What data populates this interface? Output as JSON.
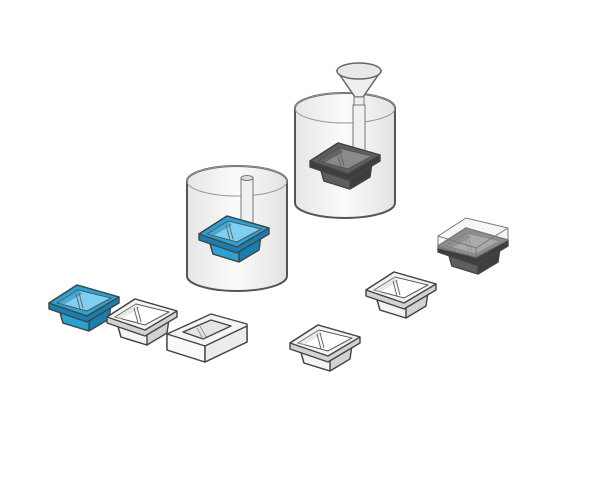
{
  "colors": {
    "background": "#ffffff",
    "outline": "#555555",
    "blue_tray": "#29a3d6",
    "blue_tray_dark": "#1a7fb0",
    "white_tray": "#f4f4f4",
    "white_tray_dark": "#d2d2d2",
    "dark_tray": "#5e5e5e",
    "dark_tray_dark": "#3e3e3e",
    "cylinder_fill": "#f5f5f5"
  },
  "items": [
    {
      "name": "blue-tray",
      "scheme": "blue"
    },
    {
      "name": "white-tray",
      "scheme": "white"
    },
    {
      "name": "white-block-mold",
      "scheme": "block"
    },
    {
      "name": "blue-tray-in-bath",
      "scheme": "blue"
    },
    {
      "name": "dark-tray-in-bath",
      "scheme": "dark"
    },
    {
      "name": "white-tray",
      "scheme": "white"
    },
    {
      "name": "white-tray",
      "scheme": "white"
    },
    {
      "name": "dark-tray-in-clear-box",
      "scheme": "dark"
    }
  ]
}
